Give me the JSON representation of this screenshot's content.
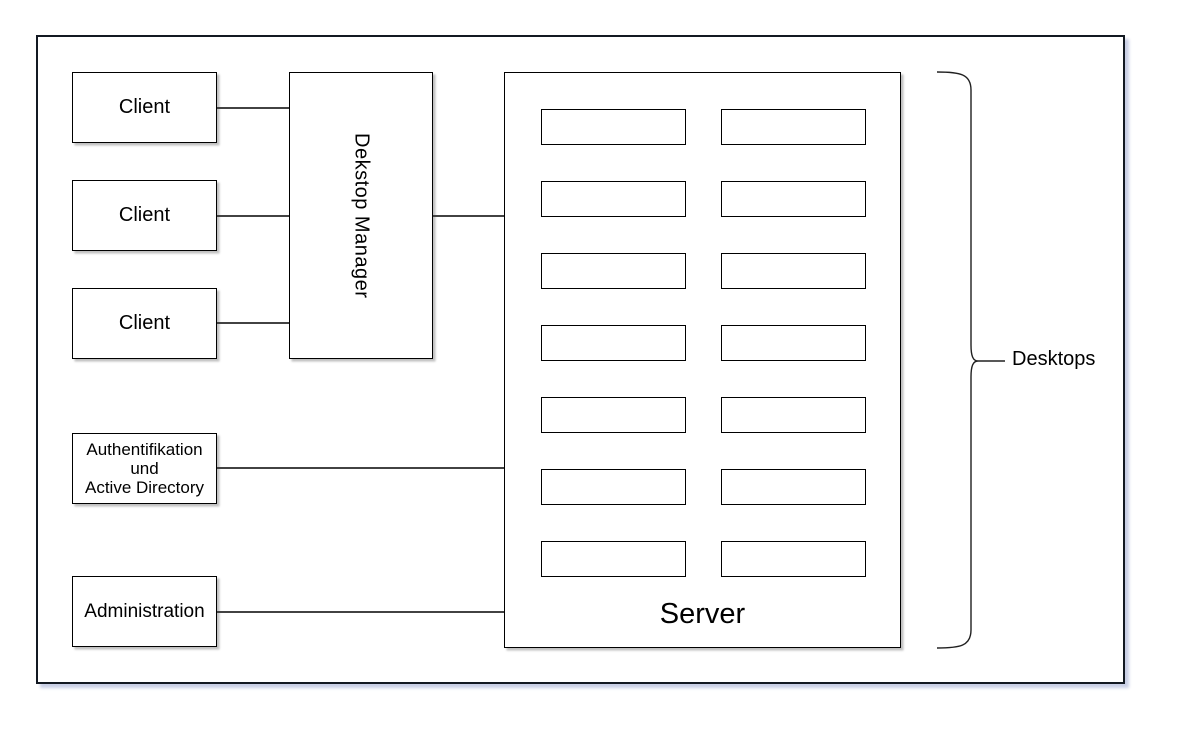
{
  "nodes": {
    "clients": [
      "Client",
      "Client",
      "Client"
    ],
    "desktop_manager": "Dekstop Manager",
    "authentication": {
      "lines": [
        "Authentifikation",
        "und",
        "Active Directory"
      ]
    },
    "administration": "Administration",
    "server": {
      "label": "Server",
      "slot_rows": 7,
      "slot_cols": 2
    },
    "desktops_label": "Desktops"
  },
  "colors": {
    "background": "#ffffff",
    "box_fill": "#ffffff",
    "box_border": "#000000",
    "connector_line": "#424242",
    "outer_border": "#131922",
    "outer_border_shadow": "#c9cfe6",
    "brace_stroke": "#202020"
  }
}
